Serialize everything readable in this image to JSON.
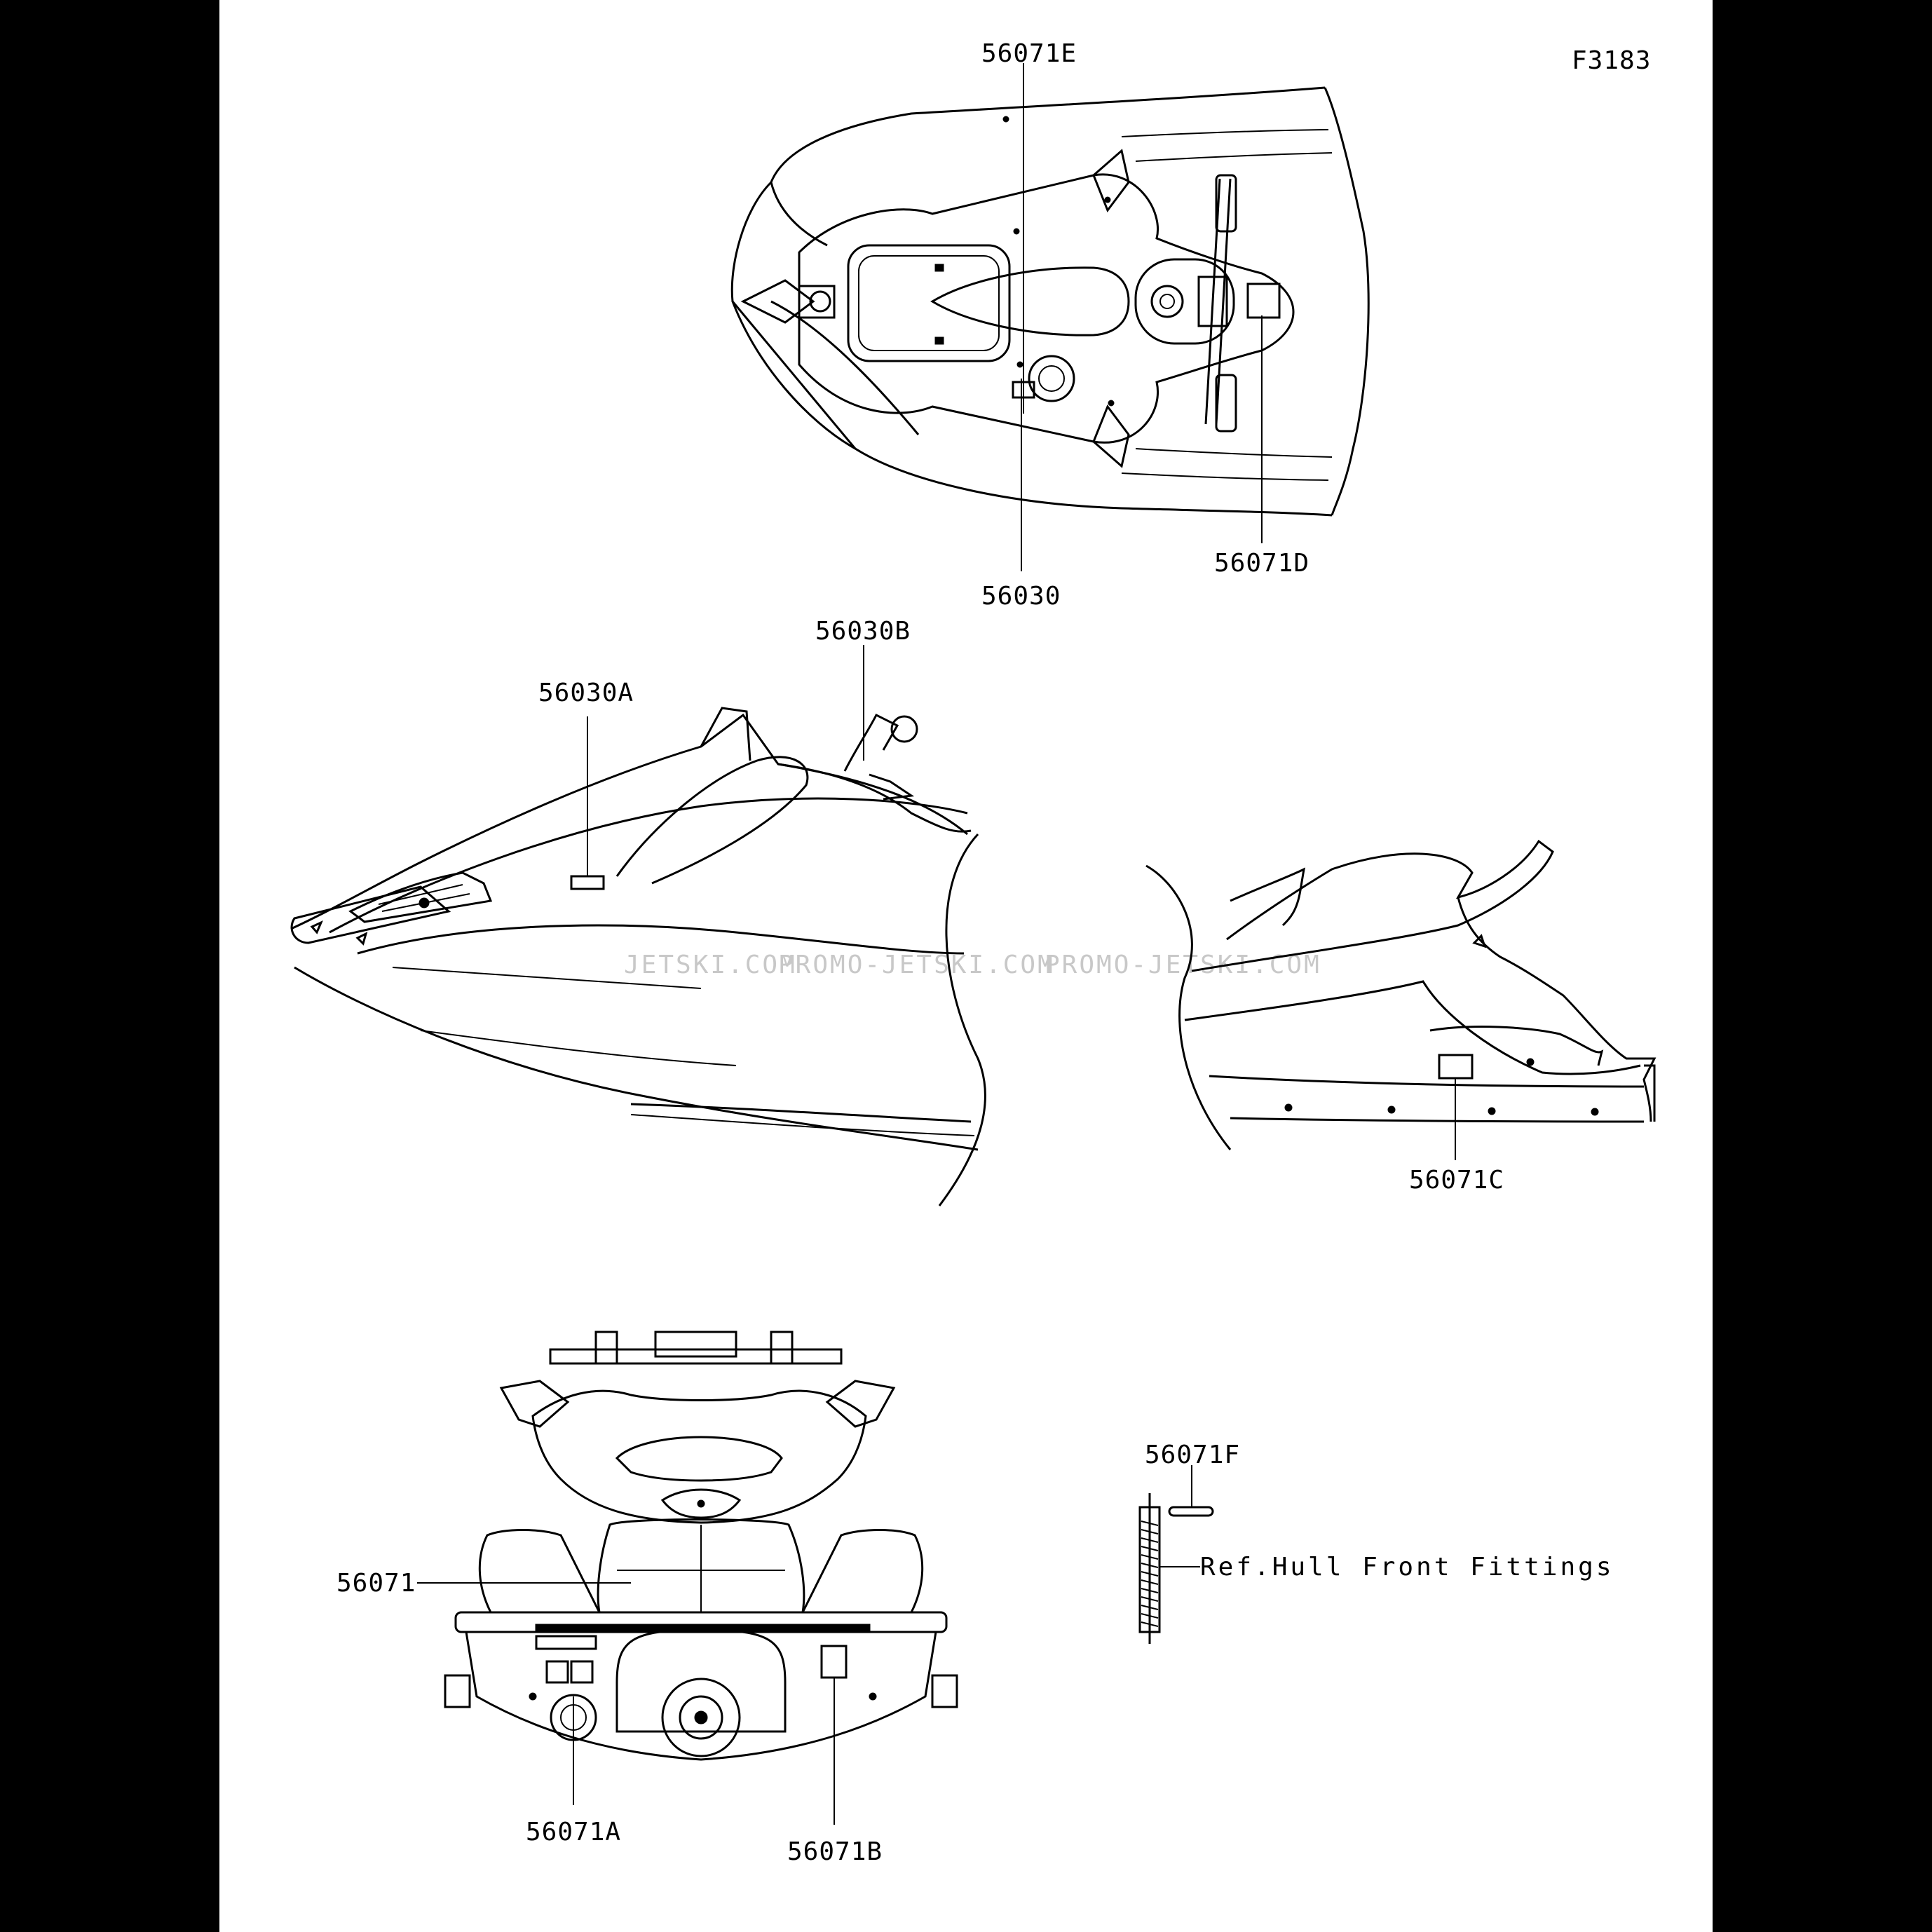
{
  "figure": {
    "code": "F3183",
    "watermark": [
      "JETSKI.COM",
      "PROMO-JETSKI.COM",
      "PROMO-JETSKI.COM"
    ]
  },
  "callouts": {
    "c56071E": "56071E",
    "c56030": "56030",
    "c56071D": "56071D",
    "c56030B": "56030B",
    "c56030A": "56030A",
    "c56071C": "56071C",
    "c56071": "56071",
    "c56071A": "56071A",
    "c56071B": "56071B",
    "c56071F": "56071F"
  },
  "reference_note": "Ref.Hull Front Fittings",
  "colors": {
    "background": "#000000",
    "sheet": "#ffffff",
    "ink": "#000000",
    "watermark": "#c8c8c8"
  }
}
